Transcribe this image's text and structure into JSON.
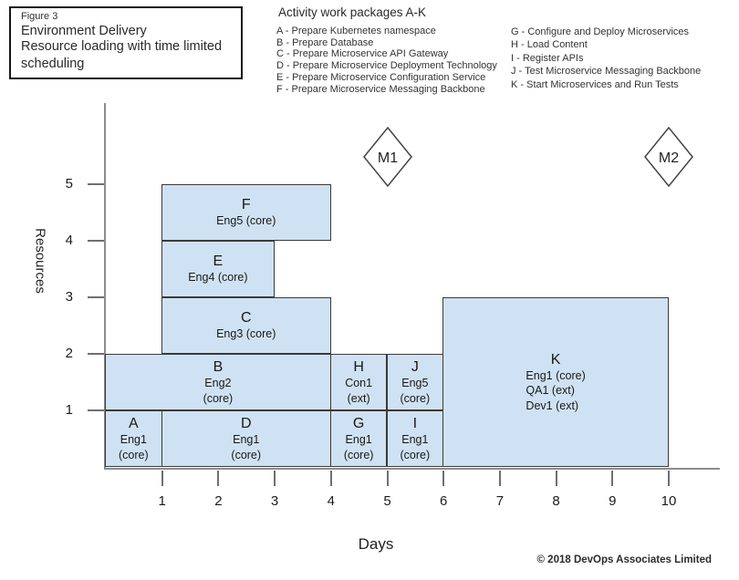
{
  "figure": {
    "label": "Figure 3",
    "title": "Environment Delivery",
    "subtitle": "Resource loading with time limited scheduling"
  },
  "legend": {
    "title": "Activity work packages A-K",
    "left": [
      "A - Prepare Kubernetes namespace",
      "B - Prepare Database",
      "C - Prepare Microservice API Gateway",
      "D - Prepare Microservice Deployment Technology",
      "E - Prepare Microservice Configuration Service",
      "F - Prepare Microservice Messaging Backbone"
    ],
    "right": [
      "G - Configure and Deploy Microservices",
      "H - Load Content",
      "I - Register APIs",
      "J - Test Microservice Messaging Backbone",
      "K - Start Microservices and Run Tests"
    ]
  },
  "chart_data": {
    "type": "gantt-resource-loading",
    "xlabel": "Days",
    "ylabel": "Resources",
    "xlim": [
      0,
      10
    ],
    "ylim": [
      0,
      5
    ],
    "x_ticks": [
      1,
      2,
      3,
      4,
      5,
      6,
      7,
      8,
      9,
      10
    ],
    "y_ticks": [
      1,
      2,
      3,
      4,
      5
    ],
    "grid": false,
    "bar_fill": "#cfe2f3",
    "bar_border": "#3a3a3a",
    "activities": [
      {
        "id": "A",
        "label": "A",
        "resource_lines": [
          "Eng1",
          "(core)"
        ],
        "day_start": 0,
        "day_end": 1,
        "res_start": 0,
        "res_end": 1
      },
      {
        "id": "B",
        "label": "B",
        "resource_lines": [
          "Eng2",
          "(core)"
        ],
        "day_start": 0,
        "day_end": 4,
        "res_start": 1,
        "res_end": 2
      },
      {
        "id": "C",
        "label": "C",
        "resource_lines": [
          "Eng3 (core)"
        ],
        "day_start": 1,
        "day_end": 4,
        "res_start": 2,
        "res_end": 3
      },
      {
        "id": "D",
        "label": "D",
        "resource_lines": [
          "Eng1",
          "(core)"
        ],
        "day_start": 1,
        "day_end": 4,
        "res_start": 0,
        "res_end": 1
      },
      {
        "id": "E",
        "label": "E",
        "resource_lines": [
          "Eng4 (core)"
        ],
        "day_start": 1,
        "day_end": 3,
        "res_start": 3,
        "res_end": 4
      },
      {
        "id": "F",
        "label": "F",
        "resource_lines": [
          "Eng5 (core)"
        ],
        "day_start": 1,
        "day_end": 4,
        "res_start": 4,
        "res_end": 5
      },
      {
        "id": "G",
        "label": "G",
        "resource_lines": [
          "Eng1",
          "(core)"
        ],
        "day_start": 4,
        "day_end": 5,
        "res_start": 0,
        "res_end": 1
      },
      {
        "id": "H",
        "label": "H",
        "resource_lines": [
          "Con1",
          "(ext)"
        ],
        "day_start": 4,
        "day_end": 5,
        "res_start": 1,
        "res_end": 2
      },
      {
        "id": "I",
        "label": "I",
        "resource_lines": [
          "Eng1",
          "(core)"
        ],
        "day_start": 5,
        "day_end": 6,
        "res_start": 0,
        "res_end": 1
      },
      {
        "id": "J",
        "label": "J",
        "resource_lines": [
          "Eng5",
          "(core)"
        ],
        "day_start": 5,
        "day_end": 6,
        "res_start": 1,
        "res_end": 2
      },
      {
        "id": "K",
        "label": "K",
        "resource_lines": [
          "Eng1 (core)",
          "QA1 (ext)",
          "Dev1 (ext)"
        ],
        "sub_align": "left",
        "day_start": 6,
        "day_end": 10,
        "res_start": 0,
        "res_end": 3
      }
    ],
    "milestones": [
      {
        "label": "M1",
        "day": 5
      },
      {
        "label": "M2",
        "day": 10
      }
    ]
  },
  "footer": {
    "copyright": "© 2018 DevOps Associates Limited"
  }
}
